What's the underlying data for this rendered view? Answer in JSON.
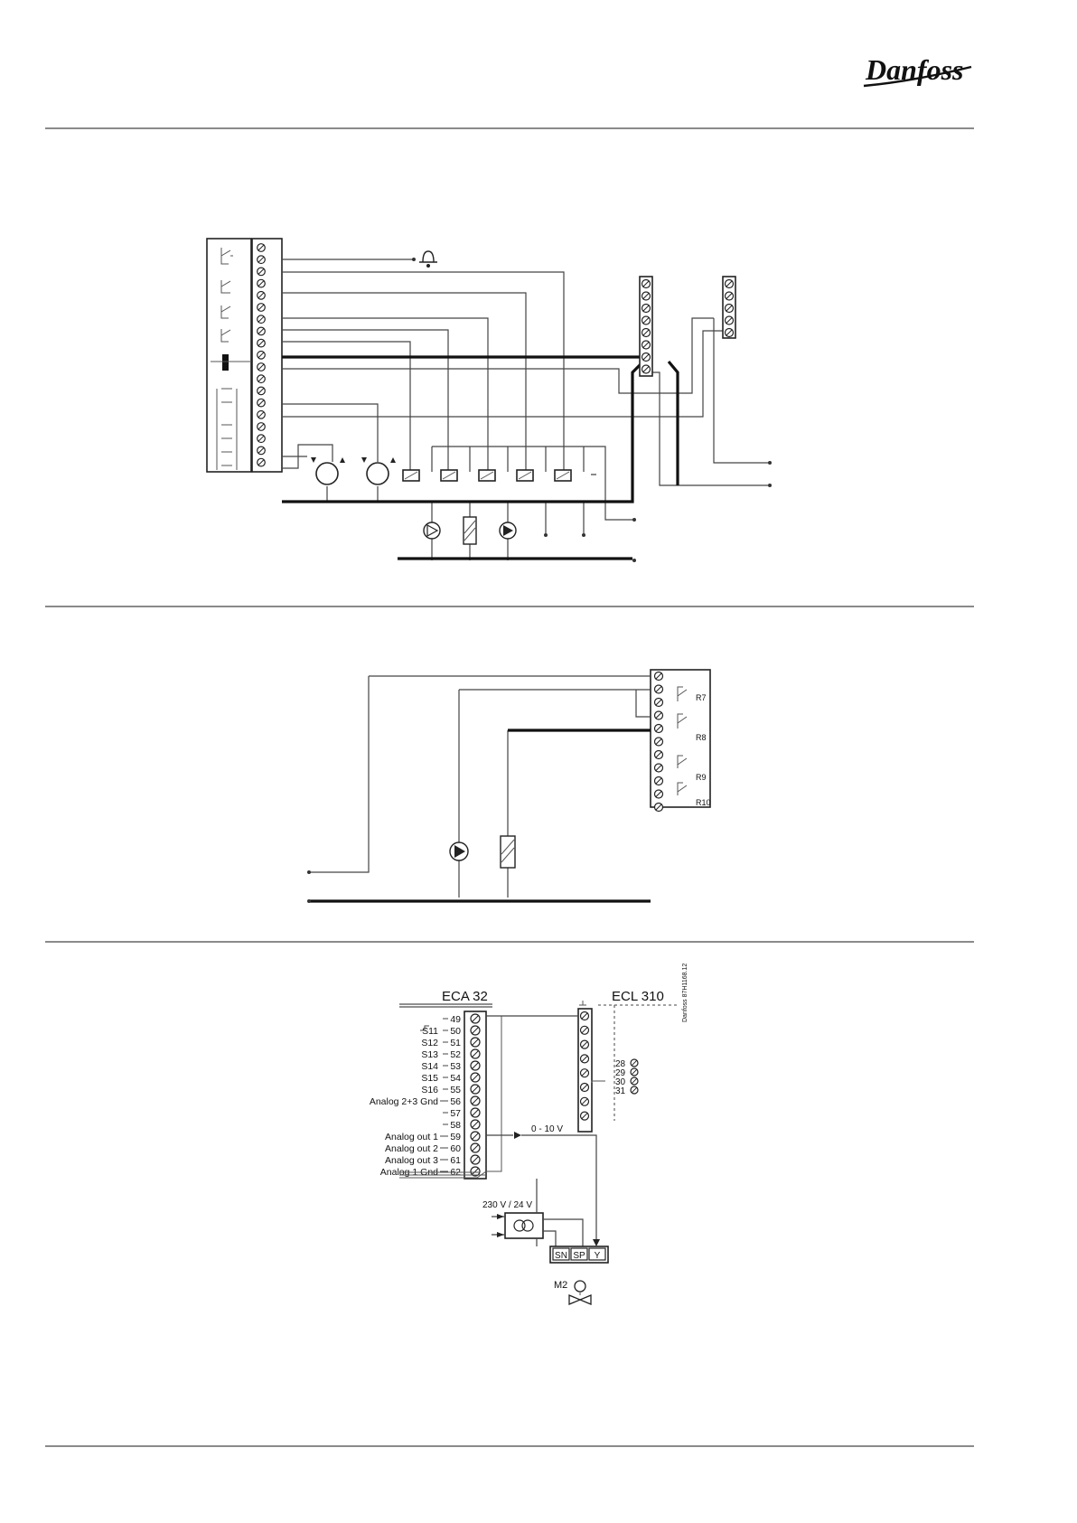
{
  "brand": {
    "logo_text": "Danfoss"
  },
  "diagram3": {
    "eca_title": "ECA 32",
    "ecl_title": "ECL 310",
    "code": "Danfoss\n87H1168.12",
    "left_rows": [
      {
        "label": "",
        "num": "49"
      },
      {
        "label": "S11",
        "num": "50"
      },
      {
        "label": "S12",
        "num": "51"
      },
      {
        "label": "S13",
        "num": "52"
      },
      {
        "label": "S14",
        "num": "53"
      },
      {
        "label": "S15",
        "num": "54"
      },
      {
        "label": "S16",
        "num": "55"
      },
      {
        "label": "Analog 2+3 Gnd",
        "num": "56"
      },
      {
        "label": "",
        "num": "57"
      },
      {
        "label": "",
        "num": "58"
      },
      {
        "label": "Analog out 1",
        "num": "59"
      },
      {
        "label": "Analog out 2",
        "num": "60"
      },
      {
        "label": "Analog out 3",
        "num": "61"
      },
      {
        "label": "Analog 1 Gnd",
        "num": "62"
      }
    ],
    "ecl_terminals": [
      "28",
      "29",
      "30",
      "31"
    ],
    "signal_label": "0 - 10 V",
    "transformer_label": "230 V / 24 V",
    "actuator_terminals": [
      "SN",
      "SP",
      "Y"
    ],
    "actuator_label": "M2"
  },
  "diagram2": {
    "relay_labels": [
      "R7",
      "R8",
      "R9",
      "R10"
    ]
  }
}
